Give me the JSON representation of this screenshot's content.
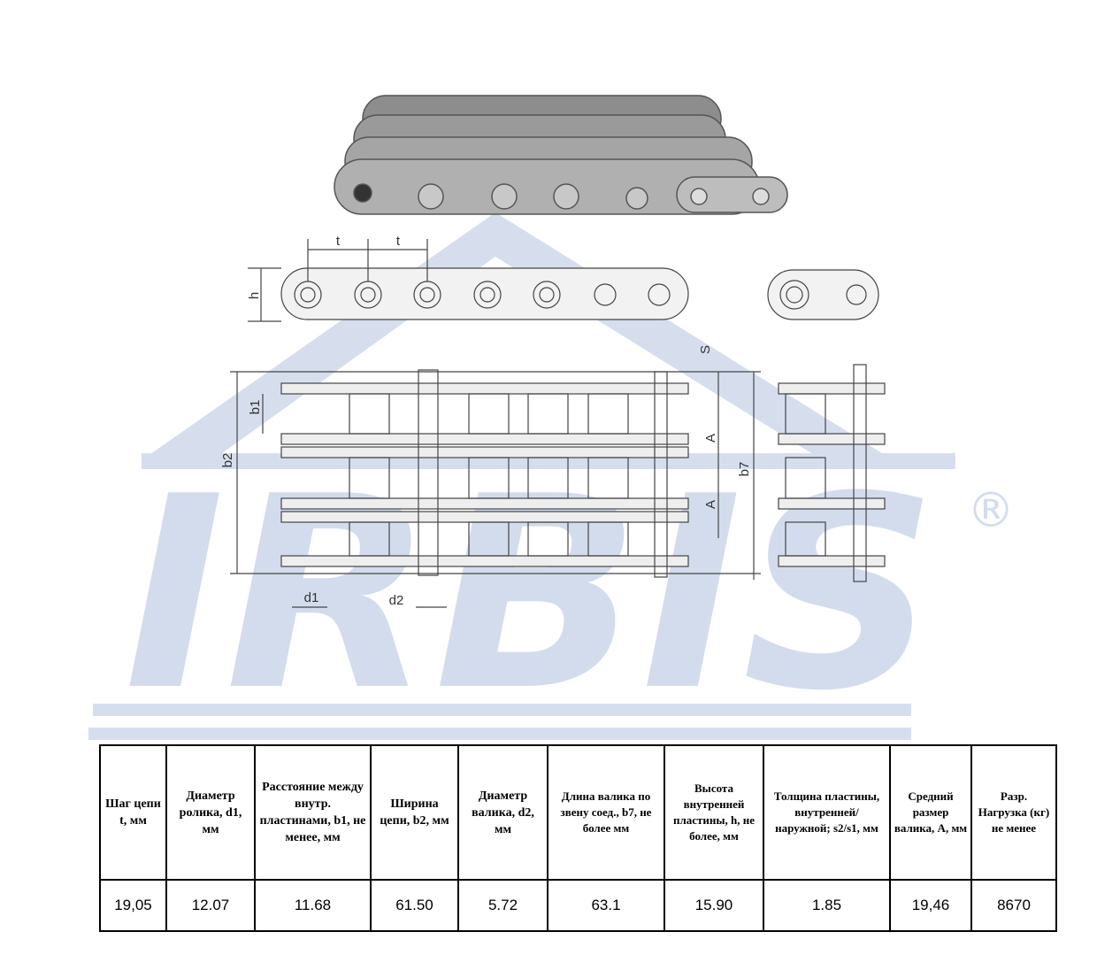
{
  "watermark": {
    "brand": "IRBIS",
    "registered": "®",
    "color": "#c9d3e6"
  },
  "drawing": {
    "labels": {
      "t1": "t",
      "t2": "t",
      "h": "h",
      "s": "S",
      "b1": "b1",
      "b2": "b2",
      "a1": "A",
      "a2": "A",
      "b7": "b7",
      "d1": "d1",
      "d2": "d2"
    }
  },
  "table": {
    "headers": [
      "Шаг цепи t, мм",
      "Диаметр ролика, d1, мм",
      "Расстояние между внутр. пластинами, b1, не менее, мм",
      "Ширина цепи, b2, мм",
      "Диаметр валика, d2, мм",
      "Длина валика по звену соед., b7, не более мм",
      "Высота внутренней пластины, h, не более, мм",
      "Толщина пластины, внутренней/наружной; s2/s1, мм",
      "Средний размер валика, А, мм",
      "Разр. Нагрузка (кг) не менее"
    ],
    "rows": [
      [
        "19,05",
        "12.07",
        "11.68",
        "61.50",
        "5.72",
        "63.1",
        "15.90",
        "1.85",
        "19,46",
        "8670"
      ]
    ]
  }
}
